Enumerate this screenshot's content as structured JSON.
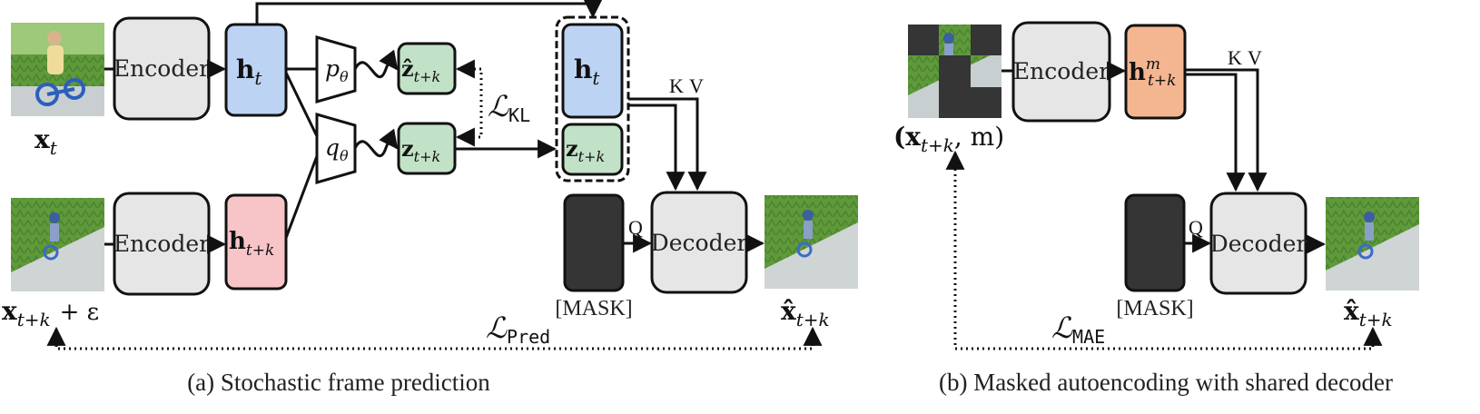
{
  "panel_a": {
    "caption": "(a) Stochastic frame prediction",
    "encoder_top": "Encoder",
    "encoder_bottom": "Encoder",
    "decoder": "Decoder",
    "mask_label": "[MASK]",
    "q_label": "Q",
    "k_label": "K",
    "v_label": "V",
    "x_t": "x",
    "x_t_sub": "t",
    "x_tk": "x",
    "x_tk_sub": "t+k",
    "x_tk_noise": "+ ε",
    "h_t": "h",
    "h_t_sub": "t",
    "h_tk": "h",
    "h_tk_sub": "t+k",
    "p_theta": "p",
    "q_theta": "q",
    "theta": "θ",
    "zhat": "ẑ",
    "zhat_sub": "t+k",
    "z": "z",
    "z_sub": "t+k",
    "concat_h": "h",
    "concat_h_sub": "t",
    "concat_z": "z",
    "concat_z_sub": "t+k",
    "loss_kl": "ℒ",
    "loss_kl_sub": "KL",
    "loss_pred": "ℒ",
    "loss_pred_sub": "Pred",
    "xhat": "x̂",
    "xhat_sub": "t+k"
  },
  "panel_b": {
    "caption": "(b) Masked autoencoding with shared decoder",
    "encoder": "Encoder",
    "decoder": "Decoder",
    "mask_label": "[MASK]",
    "q_label": "Q",
    "k_label": "K",
    "v_label": "V",
    "input": "(x",
    "input_sub": "t+k",
    "input_tail": ", m)",
    "h": "h",
    "h_sup": "m",
    "h_sub": "t+k",
    "loss": "ℒ",
    "loss_sub": "MAE",
    "xhat": "x̂",
    "xhat_sub": "t+k"
  },
  "colors": {
    "encoder_fill": "#e6e6e6",
    "h_blue": "#bcd3f3",
    "h_pink": "#f7c5c8",
    "z_green": "#c2e2c8",
    "h_orange": "#f3b690",
    "mask_dark": "#353535"
  }
}
